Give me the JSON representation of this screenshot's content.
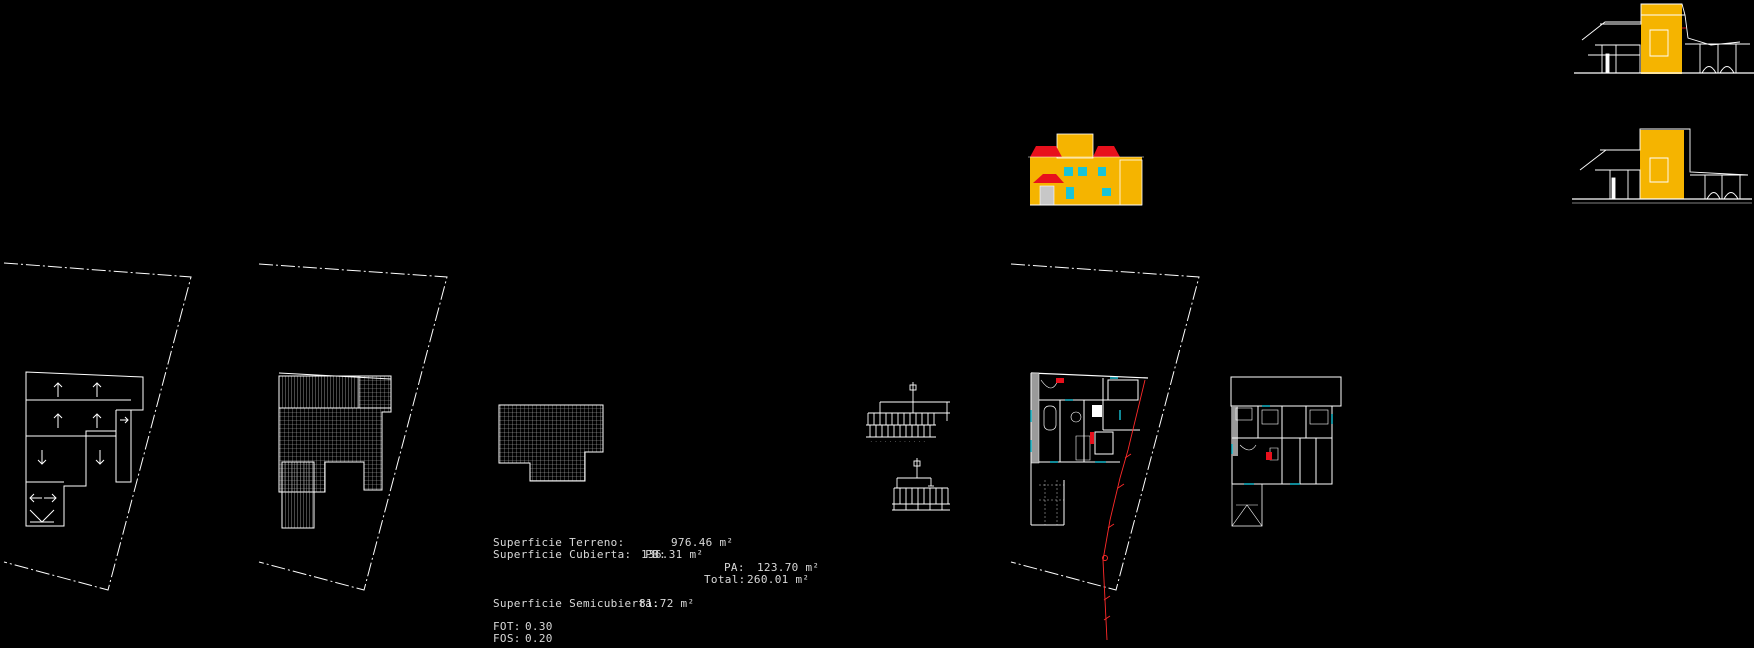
{
  "drawing": {
    "background": "#000000",
    "line_color": "#ffffff",
    "accent_colors": {
      "facade": "#f5b400",
      "roof": "#e8101c",
      "window": "#18c4d8",
      "annotation": "#ff2a2a",
      "wall_hatch": "#9a9a9a"
    }
  },
  "areas": {
    "terreno_label": "Superficie Terreno:",
    "terreno_value": "976.46 m²",
    "cubierta_label": "Superficie Cubierta:  PB:",
    "cubierta_pb_value": "136.31 m²",
    "pa_label": "PA:",
    "pa_value": "123.70 m²",
    "total_label": "Total:",
    "total_value": "260.01 m²",
    "semicubierta_label": "Superficie Semicubierta:",
    "semicubierta_value": "81.72 m²",
    "fot_label": "FOT:",
    "fot_value": "0.30",
    "fos_label": "FOS:",
    "fos_value": "0.20"
  }
}
